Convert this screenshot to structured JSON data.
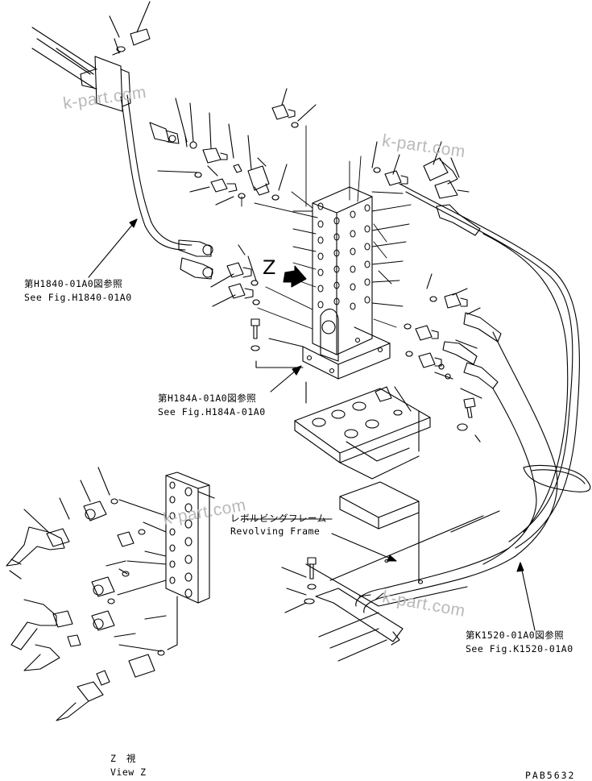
{
  "watermark": "k-part.com",
  "view_marker": "Z",
  "callouts": {
    "h1840": {
      "jp": "第H1840-01A0図参照",
      "en": "See Fig.H1840-01A0"
    },
    "h184a": {
      "jp": "第H184A-01A0図参照",
      "en": "See Fig.H184A-01A0"
    },
    "revolving": {
      "jp": "レボルビングフレーム",
      "en": "Revolving Frame"
    },
    "k1520": {
      "jp": "第K1520-01A0図参照",
      "en": "See Fig.K1520-01A0"
    }
  },
  "view_z": {
    "jp": "Z 視",
    "en": "View Z"
  },
  "drawing_code": "PAB5632",
  "line_color": "#000000",
  "watermark_color": "#b9b9b9"
}
